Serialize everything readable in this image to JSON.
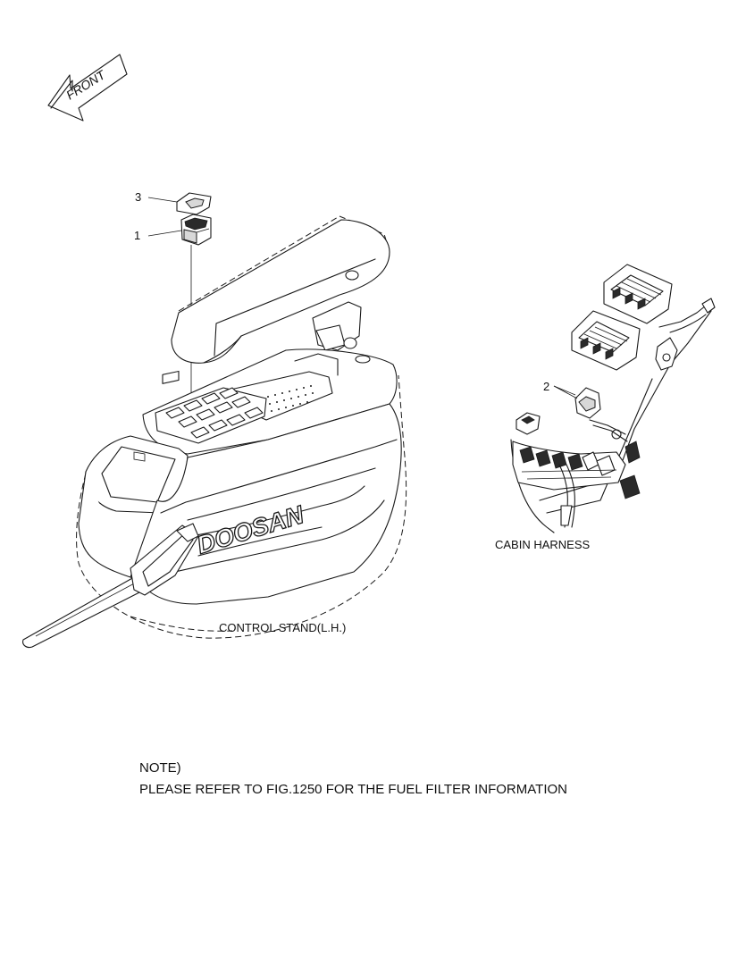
{
  "front_arrow": {
    "label": "FRONT"
  },
  "callouts": [
    {
      "number": "1"
    },
    {
      "number": "2"
    },
    {
      "number": "3"
    }
  ],
  "control_stand": {
    "brand": "DOOSAN",
    "label": "CONTROL STAND(L.H.)"
  },
  "cabin_harness": {
    "label": "CABIN HARNESS"
  },
  "note": {
    "heading": "NOTE)",
    "text": "PLEASE REFER TO FIG.1250 FOR THE FUEL FILTER INFORMATION"
  }
}
